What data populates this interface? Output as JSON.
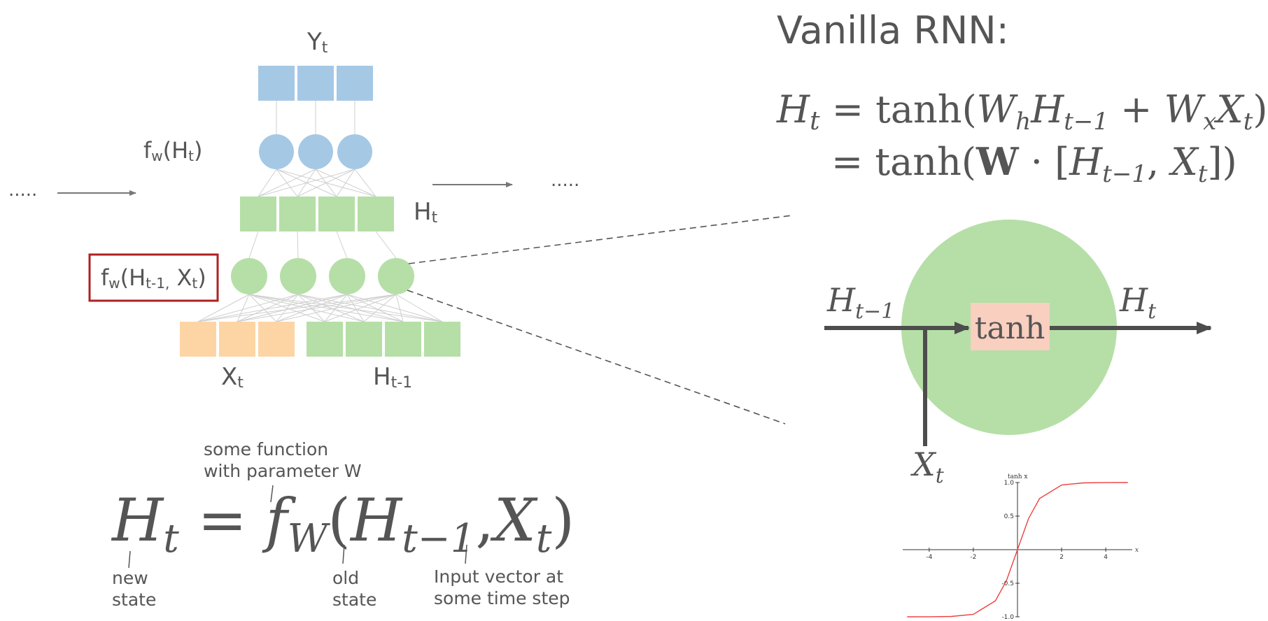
{
  "title": "Vanilla RNN:",
  "dots": {
    "left": ".....",
    "right": "....."
  },
  "labels": {
    "yt": {
      "main": "Y",
      "sub": "t"
    },
    "fw_ht": {
      "f": "f",
      "w": "w",
      "open": "(H",
      "sub": "t",
      "close": ")"
    },
    "ht": {
      "main": "H",
      "sub": "t"
    },
    "fw_prev": {
      "f": "f",
      "w": "w",
      "open": "(H",
      "sub1": "t-1,",
      "mid": " X",
      "sub2": "t",
      "close": ")"
    },
    "xt": {
      "main": "X",
      "sub": "t"
    },
    "hprev": {
      "main": "H",
      "sub": "t-1"
    }
  },
  "equations": {
    "line1": {
      "H": "H",
      "t": "t",
      "eq": " = tanh(",
      "Wh": "W",
      "h": "h",
      "H2": "H",
      "tm1": "t−1",
      "plus": " + ",
      "Wx": "W",
      "x": "x",
      "X": "X",
      "t2": "t",
      "close": ")"
    },
    "line2": {
      "eq": "= tanh(",
      "W": "W",
      "dot": " · [",
      "H": "H",
      "tm1": "t−1",
      "comma": ", ",
      "X": "X",
      "t": "t",
      "close": "])"
    }
  },
  "bottom_equation": {
    "H": "H",
    "t": "t",
    "eq": " = ",
    "f": "f",
    "W": "W",
    "open": "(",
    "H2": "H",
    "tm1": "t−1",
    "comma": ",",
    "X": "X",
    "t2": "t",
    "close": ")"
  },
  "annotations": {
    "function": [
      "some function",
      "with parameter W"
    ],
    "new_state": [
      "new",
      "state"
    ],
    "old_state": [
      "old",
      "state"
    ],
    "input": [
      "Input vector at",
      "some time step"
    ]
  },
  "cell": {
    "box_label": "tanh",
    "input_label": {
      "main": "H",
      "sub": "t−1"
    },
    "output_label": {
      "main": "H",
      "sub": "t"
    },
    "x_label": {
      "main": "X",
      "sub": "t"
    }
  },
  "colors": {
    "blue": "#a5c8e5",
    "green": "#b5dfa7",
    "orange": "#fdd5a5",
    "salmon": "#f9cfc0",
    "red_box": "#b02020",
    "text": "#555555",
    "arrow": "#4d4d4d",
    "curve": "#ee4040"
  },
  "chart_data": {
    "type": "line",
    "function": "tanh(x)",
    "title": "tanh x",
    "xlabel": "x",
    "xlim": [
      -5.2,
      5.2
    ],
    "ylim": [
      -1.0,
      1.0
    ],
    "x_ticks": [
      "-4",
      "-2",
      "2",
      "4"
    ],
    "y_ticks": [
      "1.0",
      "0.5",
      "-0.5",
      "-1.0"
    ],
    "series": [
      {
        "x": [
          -5,
          -4,
          -3,
          -2,
          -1,
          -0.5,
          0,
          0.5,
          1,
          2,
          3,
          4,
          5
        ],
        "y": [
          -0.9999,
          -0.9993,
          -0.9951,
          -0.964,
          -0.7616,
          -0.4621,
          0,
          0.4621,
          0.7616,
          0.964,
          0.9951,
          0.9993,
          0.9999
        ]
      }
    ]
  }
}
